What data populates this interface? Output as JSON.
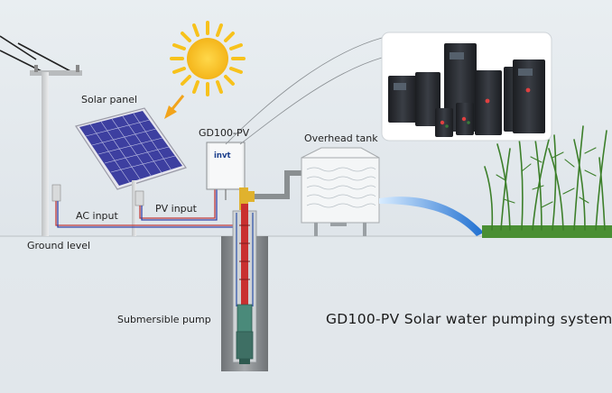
{
  "labels": {
    "solar_panel": "Solar panel",
    "gd100": "GD100-PV",
    "overhead_tank": "Overhead tank",
    "ac_input": "AC input",
    "pv_input": "PV input",
    "ground_level": "Ground level",
    "submersible_pump": "Submersible pump",
    "system_title": "GD100-PV Solar water pumping system",
    "brand": "invt"
  },
  "colors": {
    "sun": "#f7c21c",
    "sun_arrow": "#f2a41b",
    "panel_cell": "#3d3fa0",
    "pipe_red": "#c93030",
    "inverter_body": "#2a2d33",
    "water": "#3a8fe0",
    "grass": "#3c7f2a"
  },
  "icons": {
    "sun": "sun-icon",
    "power_pole": "power-pole-icon",
    "solar_panel": "solar-panel-icon",
    "inverter": "inverter-icon",
    "tank": "water-tank-icon",
    "pump": "submersible-pump-icon",
    "plants": "grass-icon"
  }
}
